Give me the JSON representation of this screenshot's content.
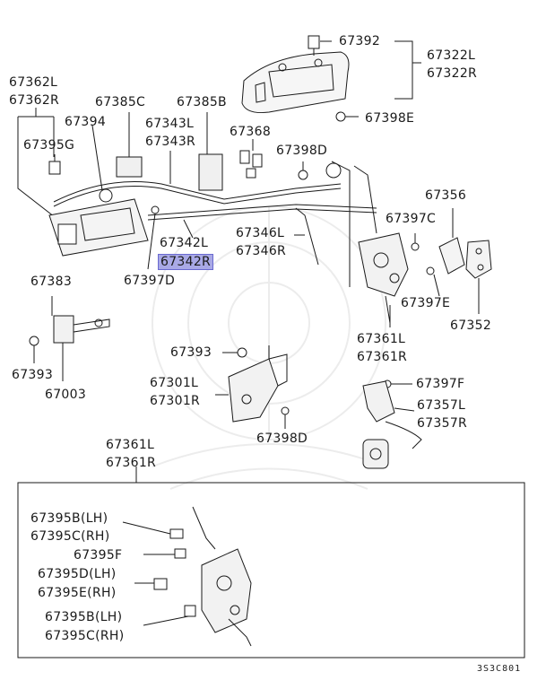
{
  "diagram_code": "3S3C801",
  "labels": {
    "p67392": "67392",
    "p67322": "67322L\n67322R",
    "p67362": "67362L\n67362R",
    "p67385c": "67385C",
    "p67385b": "67385B",
    "p67394": "67394",
    "p67343": "67343L\n67343R",
    "p67368": "67368",
    "p67398e": "67398E",
    "p67395g": "67395G",
    "p67398d_top": "67398D",
    "p67356": "67356",
    "p67342l": "67342L",
    "p67342r": "67342R",
    "p67346": "67346L\n67346R",
    "p67397c": "67397C",
    "p67397d": "67397D",
    "p67397e": "67397E",
    "p67383": "67383",
    "p67352": "67352",
    "p67361_top": "67361L\n67361R",
    "p67393_left": "67393",
    "p67003": "67003",
    "p67393_mid": "67393",
    "p67301": "67301L\n67301R",
    "p67397f": "67397F",
    "p67357": "67357L\n67357R",
    "p67398d_bot": "67398D",
    "p67361_bot": "67361L\n67361R",
    "p67395b_lh_1": "67395B(LH)",
    "p67395c_rh_1": "67395C(RH)",
    "p67395f": "67395F",
    "p67395d_lh": "67395D(LH)",
    "p67395e_rh": "67395E(RH)",
    "p67395b_lh_2": "67395B(LH)",
    "p67395c_rh_2": "67395C(RH)"
  }
}
